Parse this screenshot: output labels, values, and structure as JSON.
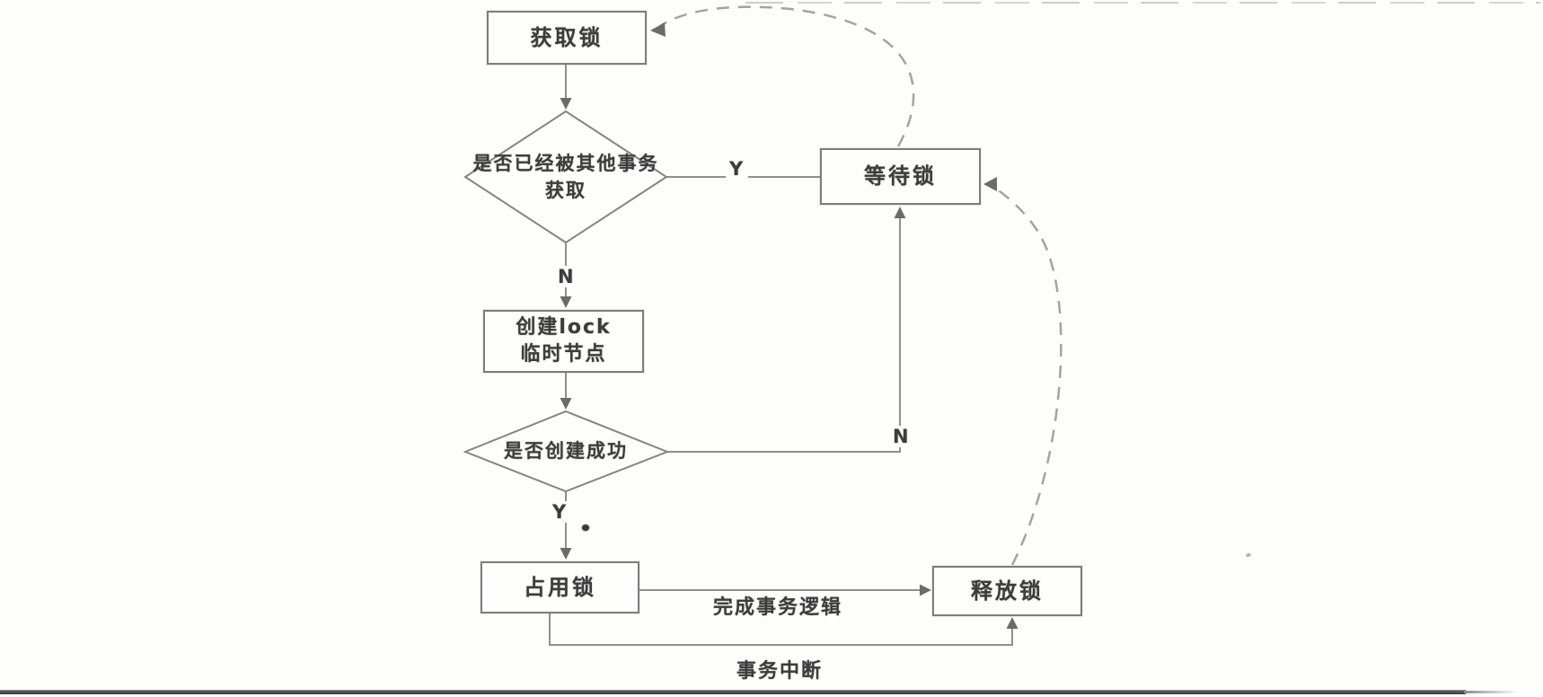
{
  "diagram_title": "lock-acquisition-flowchart",
  "nodes": {
    "acquire": {
      "label": "获取锁"
    },
    "check_other_tx": {
      "line1": "是否已经被其他事务",
      "line2": "获取"
    },
    "wait": {
      "label": "等待锁"
    },
    "create_lock": {
      "line1": "创建lock",
      "line2": "临时节点"
    },
    "check_create": {
      "label": "是否创建成功"
    },
    "occupy": {
      "label": "占用锁"
    },
    "release": {
      "label": "释放锁"
    }
  },
  "edge_labels": {
    "other_tx_yes": "Y",
    "other_tx_no": "N",
    "create_yes": "Y",
    "create_no": "N",
    "complete_tx": "完成事务逻辑",
    "tx_interrupt": "事务中断"
  },
  "edges": [
    {
      "from": "获取锁",
      "to": "是否已经被其他事务获取",
      "label": "",
      "style": "solid"
    },
    {
      "from": "是否已经被其他事务获取",
      "to": "等待锁",
      "label": "Y",
      "style": "solid"
    },
    {
      "from": "是否已经被其他事务获取",
      "to": "创建lock临时节点",
      "label": "N",
      "style": "solid"
    },
    {
      "from": "创建lock临时节点",
      "to": "是否创建成功",
      "label": "",
      "style": "solid"
    },
    {
      "from": "是否创建成功",
      "to": "等待锁",
      "label": "N",
      "style": "solid"
    },
    {
      "from": "是否创建成功",
      "to": "占用锁",
      "label": "Y",
      "style": "solid"
    },
    {
      "from": "占用锁",
      "to": "释放锁",
      "label": "完成事务逻辑",
      "style": "solid"
    },
    {
      "from": "占用锁",
      "to": "释放锁",
      "label": "事务中断",
      "style": "solid"
    },
    {
      "from": "等待锁",
      "to": "获取锁",
      "label": "",
      "style": "dashed"
    },
    {
      "from": "释放锁",
      "to": "等待锁",
      "label": "",
      "style": "dashed"
    }
  ],
  "colors": {
    "background": "#fdfdfc",
    "box_border": "#7d7d7d",
    "solid_line": "#8f8f8f",
    "dashed_line": "#a3a3a3",
    "arrowhead": "#6b6b6b",
    "text": "#3c3c3c",
    "bottom_rule": "#3f3f3f"
  }
}
